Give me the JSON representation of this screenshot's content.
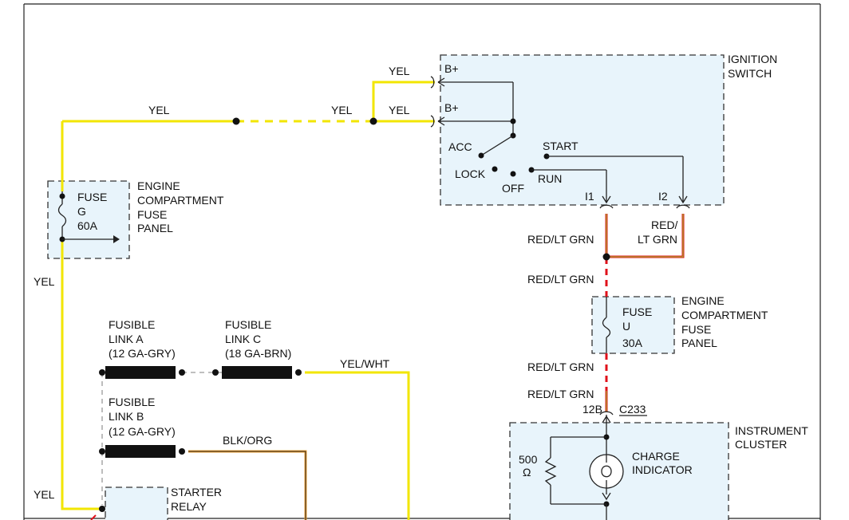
{
  "colors": {
    "yel": "#f2e600",
    "red": "#e0101a",
    "lt_grn": "#9acd32",
    "brn": "#8b4513",
    "blk": "#222222",
    "org": "#f0a030",
    "box_fill": "#e8f4fb"
  },
  "ignition_switch": {
    "title_line1": "IGNITION",
    "title_line2": "SWITCH",
    "bplus_1": "B+",
    "bplus_2": "B+",
    "acc": "ACC",
    "lock": "LOCK",
    "off": "OFF",
    "run": "RUN",
    "start": "START",
    "i1": "I1",
    "i2": "I2"
  },
  "fuse_g": {
    "line1": "FUSE",
    "line2": "G",
    "line3": "60A",
    "panel_line1": "ENGINE",
    "panel_line2": "COMPARTMENT",
    "panel_line3": "FUSE",
    "panel_line4": "PANEL"
  },
  "fuse_u": {
    "line1": "FUSE",
    "line2": "U",
    "line3": "30A",
    "panel_line1": "ENGINE",
    "panel_line2": "COMPARTMENT",
    "panel_line3": "FUSE",
    "panel_line4": "PANEL"
  },
  "fusible_links": {
    "a_line1": "FUSIBLE",
    "a_line2": "LINK A",
    "a_line3": "(12 GA-GRY)",
    "b_line1": "FUSIBLE",
    "b_line2": "LINK B",
    "b_line3": "(12 GA-GRY)",
    "c_line1": "FUSIBLE",
    "c_line2": "LINK C",
    "c_line3": "(18 GA-BRN)"
  },
  "starter_relay": {
    "line1": "STARTER",
    "line2": "RELAY"
  },
  "instrument_cluster": {
    "line1": "INSTRUMENT",
    "line2": "CLUSTER",
    "resistor_value": "500",
    "resistor_unit": "Ω",
    "indicator_line1": "CHARGE",
    "indicator_line2": "INDICATOR"
  },
  "connector": {
    "pin": "12B",
    "name": "C233"
  },
  "wire_labels": {
    "yel_top_left": "YEL",
    "yel_top_mid": "YEL",
    "yel_top_right": "YEL",
    "yel_upper": "YEL",
    "yel_left": "YEL",
    "yel_bottom": "YEL",
    "red_lt_grn_i1": "RED/LT GRN",
    "red_i2_line1": "RED/",
    "red_i2_line2": "LT GRN",
    "red_lt_grn_mid": "RED/LT GRN",
    "red_lt_grn_below_fuse": "RED/LT GRN",
    "red_lt_grn_c233": "RED/LT GRN",
    "yel_wht": "YEL/WHT",
    "blk_org": "BLK/ORG"
  }
}
